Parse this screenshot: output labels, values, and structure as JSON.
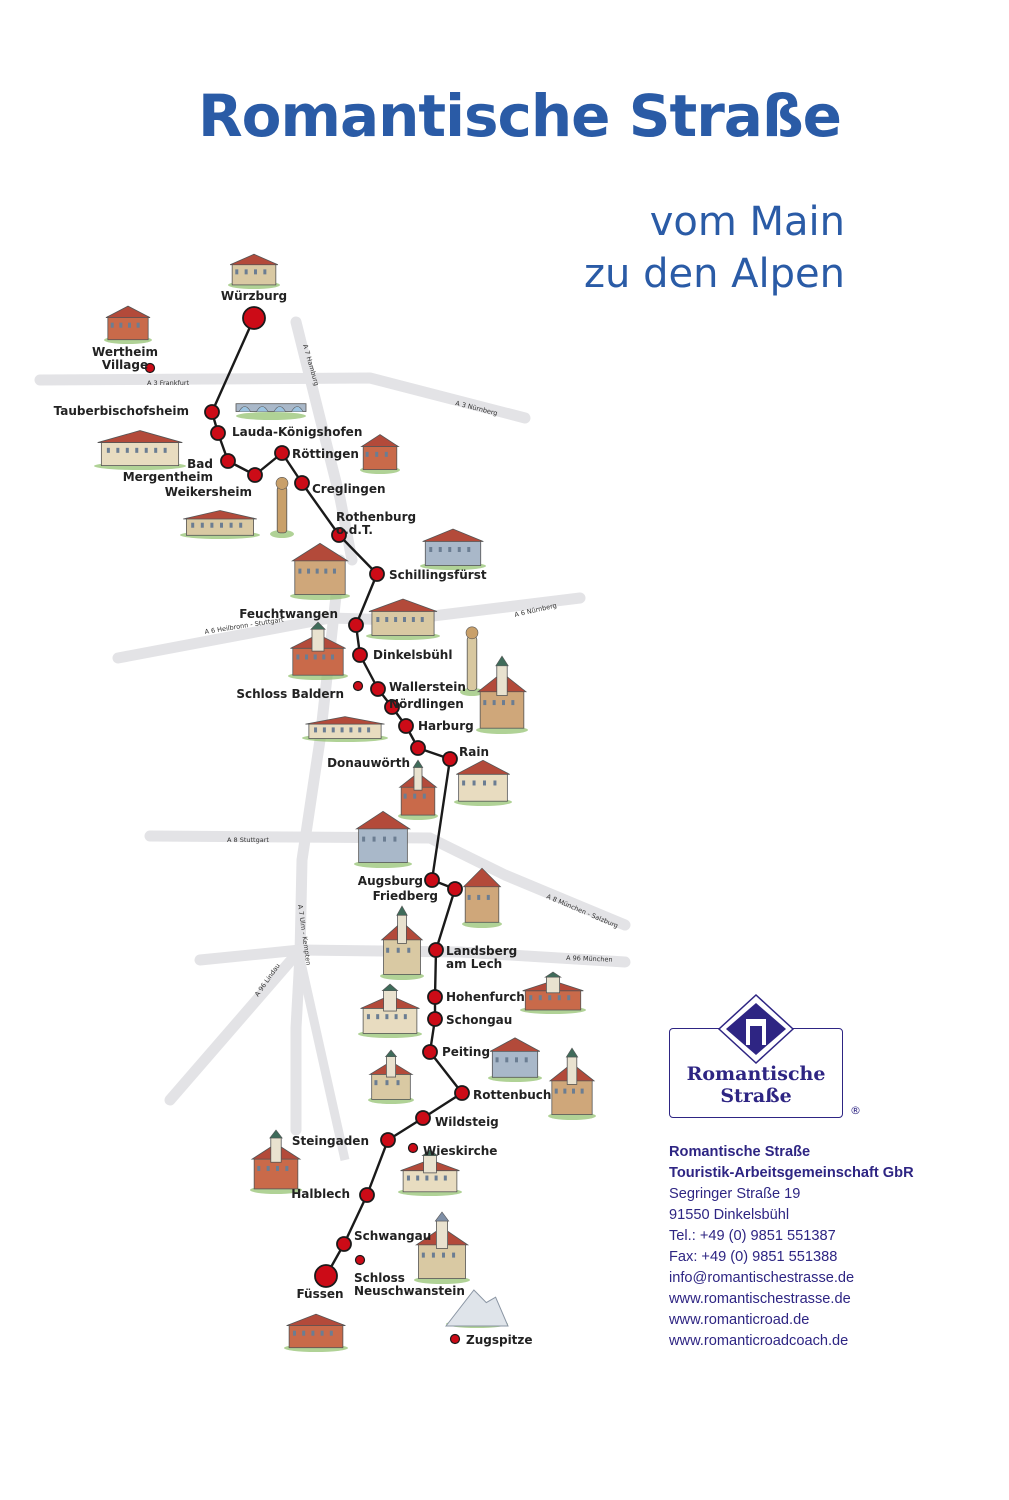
{
  "title": "Romantische Straße",
  "subtitle": {
    "line1": "vom Main",
    "line2": "zu den Alpen"
  },
  "colors": {
    "title_blue": "#2a5ba6",
    "brand_purple": "#2e2583",
    "stop_red": "#cc0b17",
    "road_gray": "#e3e3e6",
    "route_black": "#1a1a1a",
    "text": "#222222"
  },
  "roads": [
    {
      "name": "A 3 Frankfurt"
    },
    {
      "name": "A 3 Nürnberg"
    },
    {
      "name": "A 7 Hamburg"
    },
    {
      "name": "A 6 Heilbronn - Stuttgart"
    },
    {
      "name": "A 6 Nürnberg"
    },
    {
      "name": "A 8 Stuttgart"
    },
    {
      "name": "A 8 München - Salzburg"
    },
    {
      "name": "A 7 Ulm - Kempten"
    },
    {
      "name": "A 96 München"
    },
    {
      "name": "A 96 Lindau"
    }
  ],
  "towns": [
    {
      "name": "Würzburg",
      "type": "endpoint",
      "icon": "palace-icon"
    },
    {
      "name": "Wertheim Village",
      "type": "side-stop",
      "icon": "shopping-village-icon"
    },
    {
      "name": "Tauberbischofsheim",
      "type": "stop",
      "icon": "town-icon"
    },
    {
      "name": "Lauda-Königshofen",
      "type": "stop",
      "icon": "bridge-icon"
    },
    {
      "name": "Bad Mergentheim",
      "type": "stop",
      "icon": "castle-icon"
    },
    {
      "name": "Weikersheim",
      "type": "stop",
      "icon": "palace-icon"
    },
    {
      "name": "Röttingen",
      "type": "stop",
      "icon": "town-hall-icon"
    },
    {
      "name": "Creglingen",
      "type": "stop",
      "icon": "altar-icon"
    },
    {
      "name": "Rothenburg o.d.T.",
      "type": "stop",
      "icon": "medieval-town-icon"
    },
    {
      "name": "Schillingsfürst",
      "type": "stop",
      "icon": "castle-icon"
    },
    {
      "name": "Feuchtwangen",
      "type": "stop",
      "icon": "town-icon"
    },
    {
      "name": "Dinkelsbühl",
      "type": "stop",
      "icon": "town-gate-icon"
    },
    {
      "name": "Schloss Baldern",
      "type": "side-stop",
      "icon": "castle-icon"
    },
    {
      "name": "Wallerstein",
      "type": "stop",
      "icon": "column-icon"
    },
    {
      "name": "Nördlingen",
      "type": "stop",
      "icon": "church-tower-icon"
    },
    {
      "name": "Harburg",
      "type": "stop",
      "icon": "castle-icon"
    },
    {
      "name": "Donauwörth",
      "type": "stop",
      "icon": "church-icon"
    },
    {
      "name": "Rain",
      "type": "stop",
      "icon": "town-hall-icon"
    },
    {
      "name": "Augsburg",
      "type": "stop",
      "icon": "town-hall-icon"
    },
    {
      "name": "Friedberg",
      "type": "stop",
      "icon": "town-hall-icon"
    },
    {
      "name": "Landsberg am Lech",
      "type": "stop",
      "icon": "gate-tower-icon"
    },
    {
      "name": "Hohenfurch",
      "type": "stop",
      "icon": "chapel-icon"
    },
    {
      "name": "Schongau",
      "type": "stop",
      "icon": "church-icon"
    },
    {
      "name": "Peiting",
      "type": "stop",
      "icon": "river-town-icon"
    },
    {
      "name": "Rottenbuch",
      "type": "stop",
      "icon": "church-icon"
    },
    {
      "name": "Wildsteig",
      "type": "stop",
      "icon": "church-icon"
    },
    {
      "name": "Steingaden",
      "type": "stop",
      "icon": "chapel-icon"
    },
    {
      "name": "Wieskirche",
      "type": "side-stop",
      "icon": "church-icon"
    },
    {
      "name": "Halblech",
      "type": "stop",
      "icon": ""
    },
    {
      "name": "Schwangau",
      "type": "stop",
      "icon": ""
    },
    {
      "name": "Schloss Neuschwanstein",
      "type": "side-stop",
      "icon": "fairytale-castle-icon"
    },
    {
      "name": "Füssen",
      "type": "endpoint",
      "icon": "castle-icon"
    },
    {
      "name": "Zugspitze",
      "type": "side-stop",
      "icon": "mountain-icon"
    }
  ],
  "logo": {
    "line1": "Romantische",
    "line2": "Straße",
    "registered": "®",
    "icon": "gate-diamond-icon"
  },
  "contact": {
    "org": "Romantische Straße",
    "org2": "Touristik-Arbeitsgemeinschaft GbR",
    "street": "Segringer Straße 19",
    "city": "91550 Dinkelsbühl",
    "tel": "Tel.: +49 (0) 9851 551387",
    "fax": "Fax: +49 (0) 9851 551388",
    "email": "info@romantischestrasse.de",
    "web1": "www.romantischestrasse.de",
    "web2": "www.romanticroad.de",
    "web3": "www.romanticroadcoach.de"
  }
}
